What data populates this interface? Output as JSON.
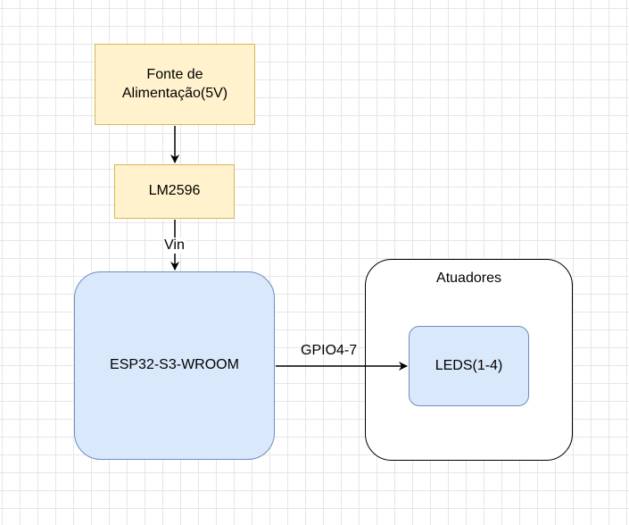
{
  "nodes": {
    "power_supply": "Fonte de\nAlimentação(5V)",
    "regulator": "LM2596",
    "mcu": "ESP32-S3-WROOM",
    "leds": "LEDS(1-4)"
  },
  "group": {
    "title": "Atuadores"
  },
  "edges": {
    "power_to_regulator": "",
    "regulator_to_mcu": "Vin",
    "mcu_to_leds": "GPIO4-7"
  },
  "colors": {
    "yellow_fill": "#fff2cc",
    "yellow_stroke": "#d6b656",
    "blue_fill": "#dae8fc",
    "blue_stroke": "#6c8ebf",
    "grid": "#e6e6e6"
  }
}
